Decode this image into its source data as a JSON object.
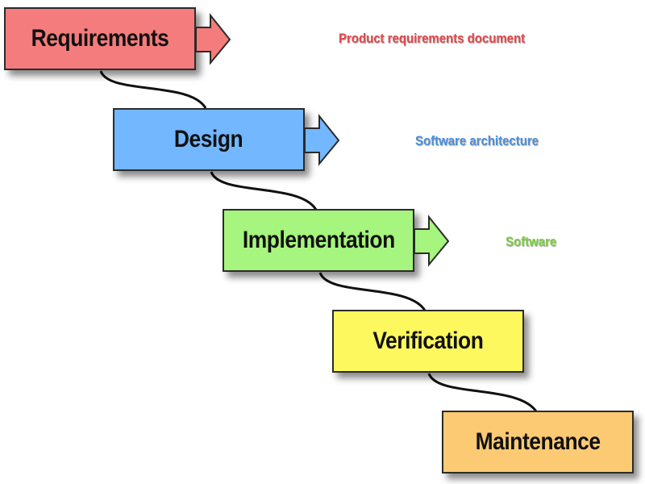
{
  "stages": [
    {
      "name": "requirements",
      "label": "Requirements",
      "color": "#f47c7c",
      "output": "Product requirements document",
      "output_color": "#e0484d"
    },
    {
      "name": "design",
      "label": "Design",
      "color": "#72b7ff",
      "output": "Software architecture",
      "output_color": "#4c8fd8"
    },
    {
      "name": "implementation",
      "label": "Implementation",
      "color": "#a6f57e",
      "output": "Software",
      "output_color": "#7ccc3f"
    },
    {
      "name": "verification",
      "label": "Verification",
      "color": "#fdf85e",
      "output": "",
      "output_color": ""
    },
    {
      "name": "maintenance",
      "label": "Maintenance",
      "color": "#fdca74",
      "output": "",
      "output_color": ""
    }
  ]
}
